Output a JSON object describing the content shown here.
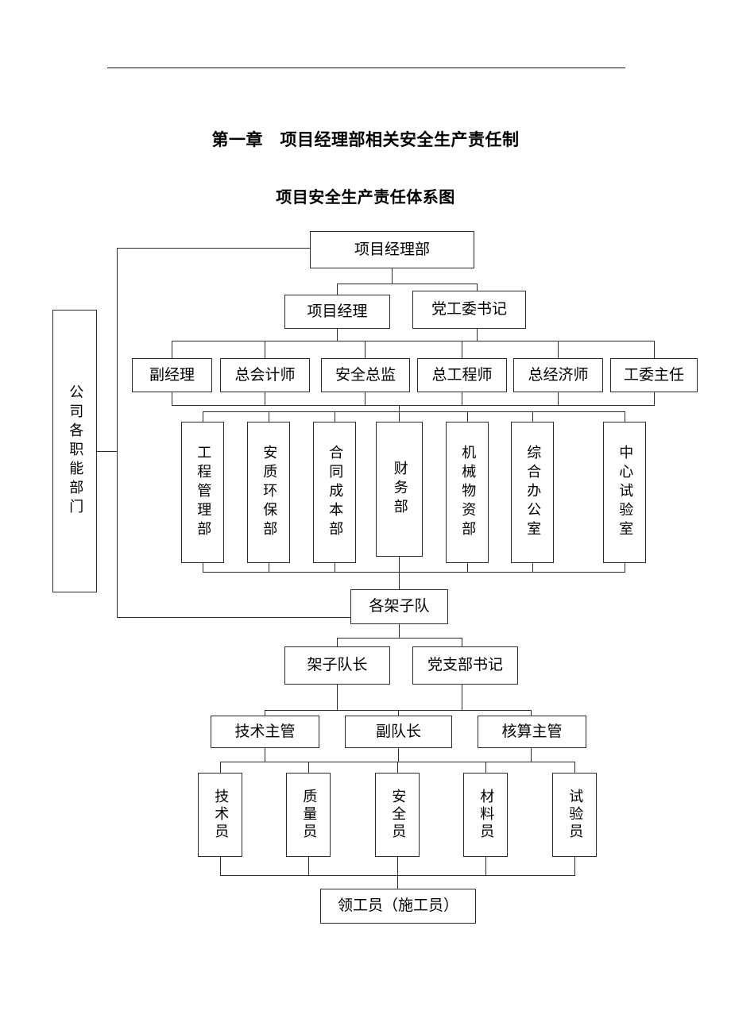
{
  "document": {
    "chapter_heading": "第一章　项目经理部相关安全生产责任制",
    "chart_title": "项目安全生产责任体系图"
  },
  "chart_data": {
    "type": "diagram",
    "title": "项目安全生产责任体系图",
    "orientation": "top-down",
    "nodes": {
      "root": "项目经理部",
      "side_label": "公司各职能部门",
      "leaders": [
        "项目经理",
        "党工委书记"
      ],
      "chiefs": [
        "副经理",
        "总会计师",
        "安全总监",
        "总工程师",
        "总经济师",
        "工委主任"
      ],
      "departments": [
        "工程管理部",
        "安质环保部",
        "合同成本部",
        "财务部",
        "机械物资部",
        "综合办公室",
        "中心试验室"
      ],
      "team": "各架子队",
      "team_leaders": [
        "架子队长",
        "党支部书记"
      ],
      "supervisors": [
        "技术主管",
        "副队长",
        "核算主管"
      ],
      "staff": [
        "技术员",
        "质量员",
        "安全员",
        "材料员",
        "试验员"
      ],
      "foreman": "领工员（施工员）"
    }
  },
  "style": {
    "line_color": "#2b2b2b",
    "text_color": "#000000",
    "background": "#ffffff"
  }
}
